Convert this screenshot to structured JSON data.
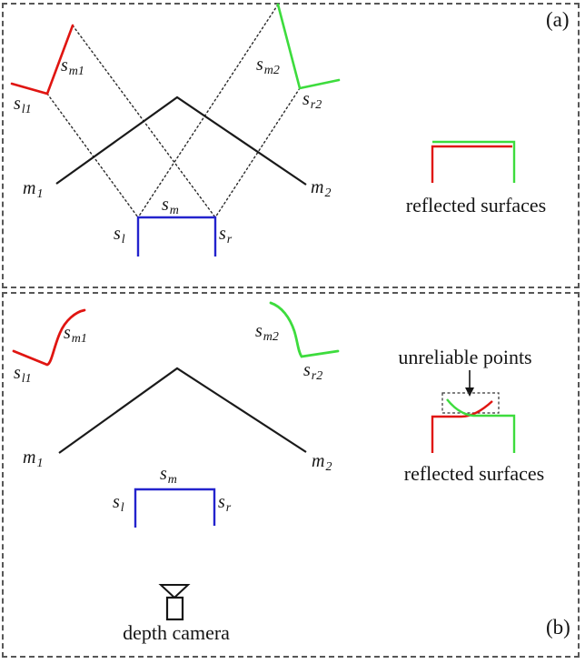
{
  "figure": {
    "description": "two-panel diagram of mirror reflections of a surface",
    "panel_a": {
      "tag": "(a)",
      "labels": {
        "sm1": {
          "base": "s",
          "sub": "m1"
        },
        "sl1": {
          "base": "s",
          "sub": "l1"
        },
        "sm2": {
          "base": "s",
          "sub": "m2"
        },
        "sr2": {
          "base": "s",
          "sub": "r2"
        },
        "m1": {
          "base": "m",
          "sub": "1"
        },
        "m2": {
          "base": "m",
          "sub": "2"
        },
        "sm": {
          "base": "s",
          "sub": "m"
        },
        "sl": {
          "base": "s",
          "sub": "l"
        },
        "sr": {
          "base": "s",
          "sub": "r"
        }
      },
      "caption_reflected": "reflected surfaces"
    },
    "panel_b": {
      "tag": "(b)",
      "labels": {
        "sm1": {
          "base": "s",
          "sub": "m1"
        },
        "sl1": {
          "base": "s",
          "sub": "l1"
        },
        "sm2": {
          "base": "s",
          "sub": "m2"
        },
        "sr2": {
          "base": "s",
          "sub": "r2"
        },
        "m1": {
          "base": "m",
          "sub": "1"
        },
        "m2": {
          "base": "m",
          "sub": "2"
        },
        "sm": {
          "base": "s",
          "sub": "m"
        },
        "sl": {
          "base": "s",
          "sub": "l"
        },
        "sr": {
          "base": "s",
          "sub": "r"
        }
      },
      "caption_unreliable": "unreliable points",
      "caption_reflected": "reflected surfaces",
      "caption_camera": "depth camera"
    },
    "colors": {
      "mirror_black": "#1a1a1a",
      "surface_blue": "#2323cd",
      "reflection_red": "#e01511",
      "reflection_green": "#3ddc3d",
      "ray_dotted": "#2a2a2a",
      "border_gray": "#575757"
    }
  }
}
